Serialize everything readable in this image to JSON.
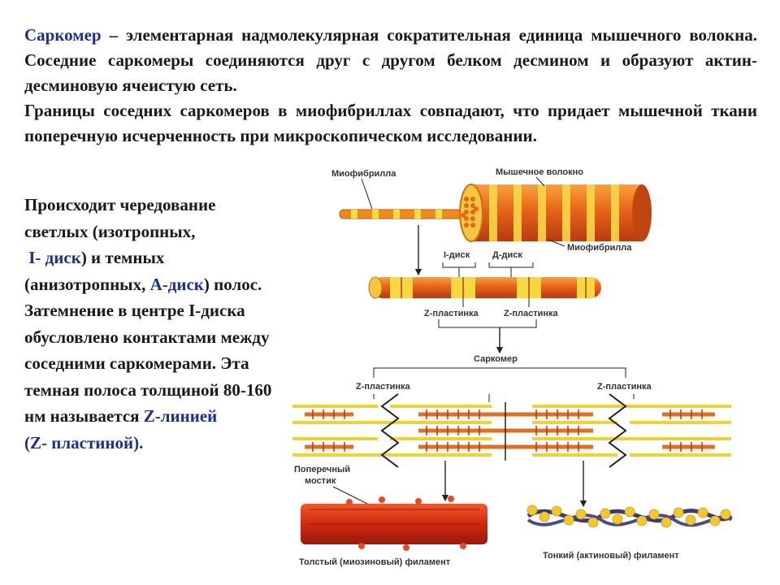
{
  "text": {
    "intro_term": "Саркомер",
    "intro_rest": " – элементарная надмолекулярная сократительная единица мышечного волокна. Соседние саркомеры соединяются друг с другом белком десмином и образуют актин-десминовую ячеистую сеть.",
    "para2": "Границы соседних саркомеров в миофибриллах совпадают, что придает мышечной ткани поперечную исчерченность при микроскопическом исследовании.",
    "left_a": "Происходит чередование светлых (изотропных,",
    "left_i_disk": "I- диск",
    "left_b": ") и темных (анизотропных, ",
    "left_a_disk": "А-диск",
    "left_c": ") полос.",
    "left_d": "Затемнение в центре I-диска обусловлено контактами между соседними саркомерами. Эта темная полоса толщиной 80-160 нм называется ",
    "left_z_line": "Z-линией",
    "left_open": "(",
    "left_z_plate": "Z- пластиной",
    "left_close": ")."
  },
  "figure": {
    "myofibril_top": "Миофибрилла",
    "muscle_fiber": "Мышечное волокно",
    "myofibril_right": "Миофибрилла",
    "i_disk": "I-диск",
    "a_disk": "Д-диск",
    "z_plate_1": "Z-пластинка",
    "z_plate_2": "Z-пластинка",
    "sarcomere": "Саркомер",
    "z_plate_left": "Z-пластинка",
    "z_plate_right": "Z-пластинка",
    "cross_bridge_1": "Поперечный",
    "cross_bridge_2": "мостик",
    "thick_filament": "Толстый (миозиновый) филамент",
    "thin_filament": "Тонкий (актиновый) филамент"
  },
  "colors": {
    "blue_text": "#1a2f9a",
    "orange": "#e8741c",
    "red": "#d92a12",
    "yellow": "#f5d531"
  }
}
